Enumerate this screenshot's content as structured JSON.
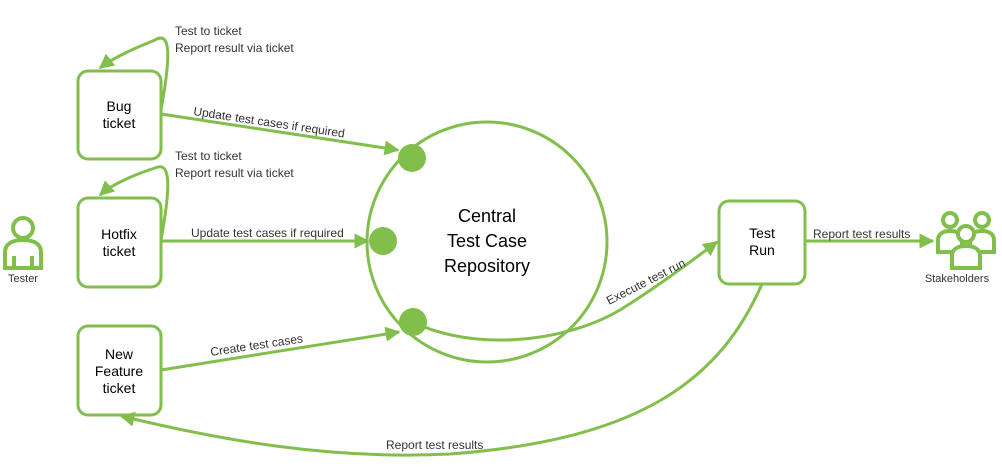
{
  "colors": {
    "accent": "#82BE4C",
    "text": "#000000",
    "label": "#333333",
    "background": "#FFFFFF"
  },
  "actors": {
    "tester": {
      "label": "Tester",
      "icon": "person-icon"
    },
    "stakeholders": {
      "label": "Stakeholders",
      "icon": "group-icon"
    }
  },
  "nodes": {
    "bug_ticket": {
      "lines": [
        "Bug",
        "ticket"
      ]
    },
    "hotfix_ticket": {
      "lines": [
        "Hotfix",
        "ticket"
      ]
    },
    "new_feature_ticket": {
      "lines": [
        "New",
        "Feature",
        "ticket"
      ]
    },
    "repository": {
      "lines": [
        "Central",
        "Test Case",
        "Repository"
      ]
    },
    "test_run": {
      "lines": [
        "Test",
        "Run"
      ]
    }
  },
  "edges": {
    "bug_self_loop": {
      "lines": [
        "Test to ticket",
        "Report result via ticket"
      ]
    },
    "bug_to_repo": {
      "label": "Update test cases if required"
    },
    "hotfix_self_loop": {
      "lines": [
        "Test to ticket",
        "Report result via ticket"
      ]
    },
    "hotfix_to_repo": {
      "label": "Update test cases if required"
    },
    "feature_to_repo": {
      "label": "Create test cases"
    },
    "repo_to_testrun": {
      "label": "Execute test run"
    },
    "testrun_to_stakeholders": {
      "label": "Report test results"
    },
    "testrun_to_feature": {
      "label": "Report test results"
    }
  }
}
